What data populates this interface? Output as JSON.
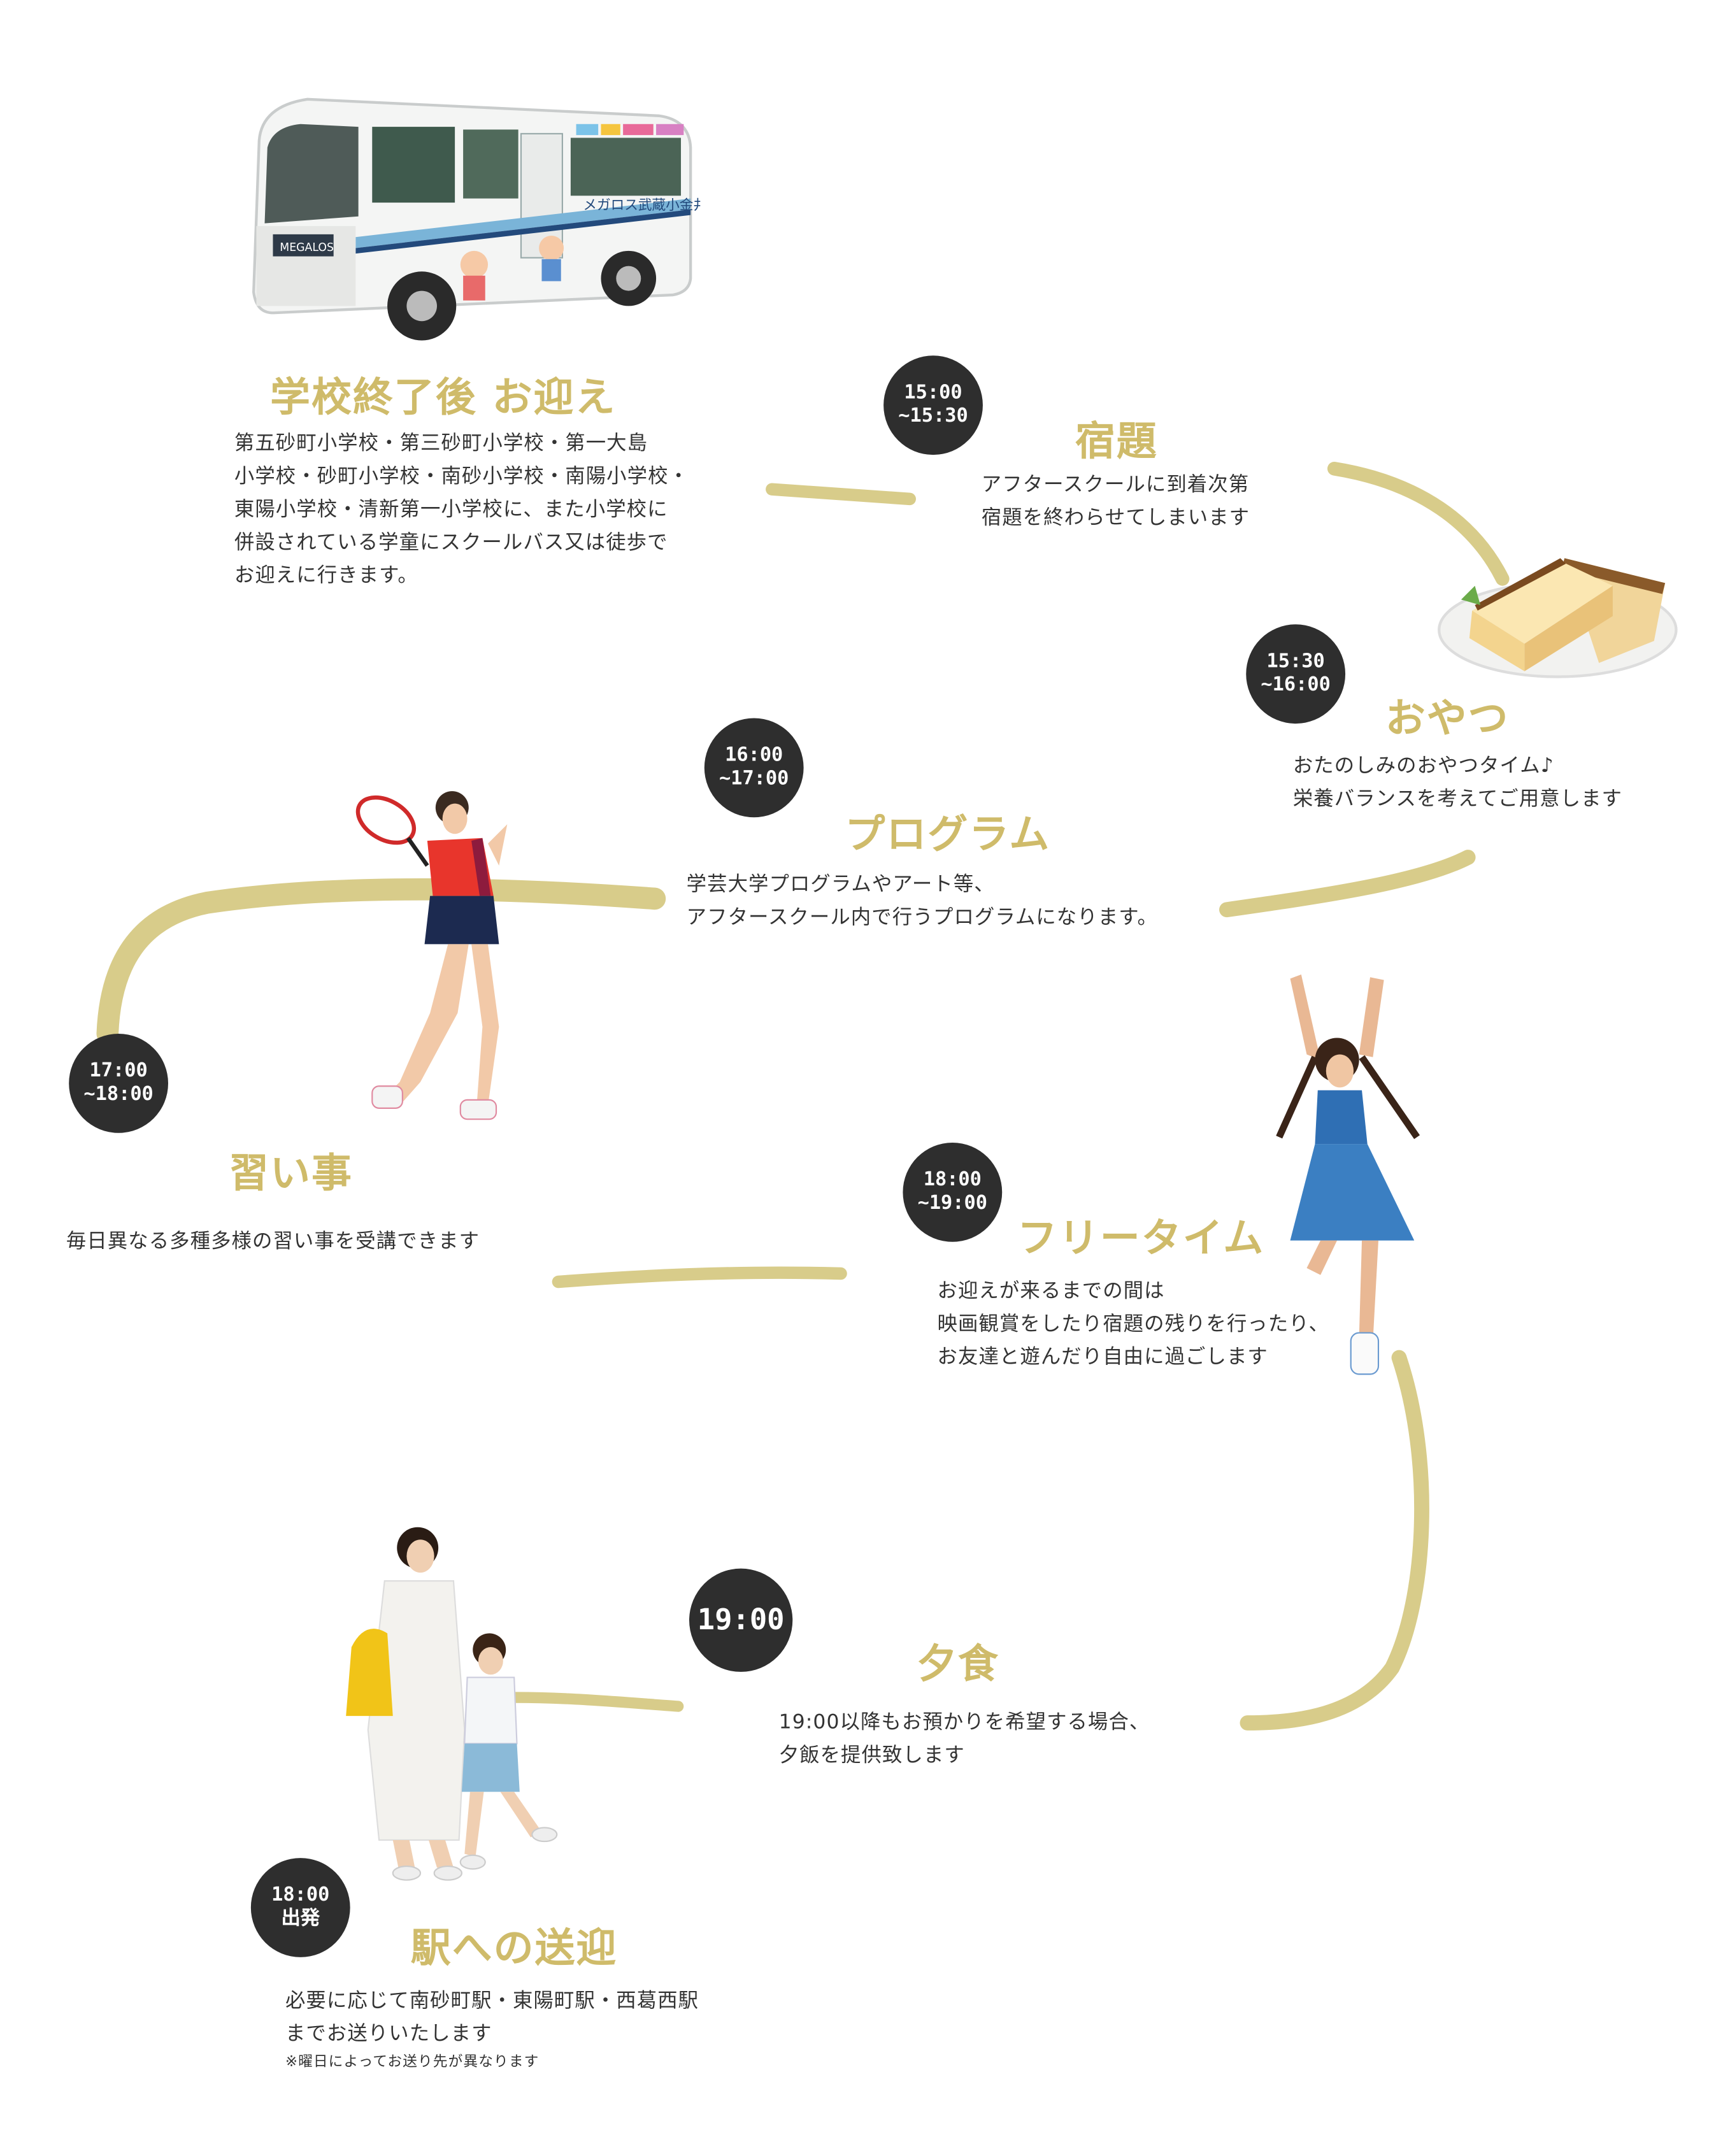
{
  "colors": {
    "accent": "#cfbb6a",
    "badge": "#2e2e2e",
    "stroke": "#d8cc8a",
    "text": "#333333"
  },
  "steps": {
    "pickup": {
      "title": "学校終了後 お迎え",
      "desc": [
        "第五砂町小学校・第三砂町小学校・第一大島",
        "小学校・砂町小学校・南砂小学校・南陽小学校・",
        "東陽小学校・清新第一小学校に、また小学校に",
        "併設されている学童にスクールバス又は徒歩で",
        "お迎えに行きます。"
      ],
      "bus_label": "メガロス武蔵小金井",
      "bus_brand": "MEGALOS"
    },
    "homework": {
      "time": [
        "15:00",
        "~15:30"
      ],
      "title": "宿題",
      "desc": [
        "アフタースクールに到着次第",
        "宿題を終わらせてしまいます"
      ]
    },
    "snack": {
      "time": [
        "15:30",
        "~16:00"
      ],
      "title": "おやつ",
      "desc": [
        "おたのしみのおやつタイム♪",
        "栄養バランスを考えてご用意します"
      ]
    },
    "program": {
      "time": [
        "16:00",
        "~17:00"
      ],
      "title": "プログラム",
      "desc": [
        "学芸大学プログラムやアート等、",
        "アフタースクール内で行うプログラムになります。"
      ]
    },
    "lessons": {
      "time": [
        "17:00",
        "~18:00"
      ],
      "title": "習い事",
      "desc": [
        "毎日異なる多種多様の習い事を受講できます"
      ]
    },
    "free": {
      "time": [
        "18:00",
        "~19:00"
      ],
      "title": "フリータイム",
      "desc": [
        "お迎えが来るまでの間は",
        "映画観賞をしたり宿題の残りを行ったり、",
        "お友達と遊んだり自由に過ごします"
      ]
    },
    "dinner": {
      "time": [
        "19:00"
      ],
      "title": "夕食",
      "desc": [
        "19:00以降もお預かりを希望する場合、",
        "夕飯を提供致します"
      ]
    },
    "station": {
      "time": [
        "18:00",
        "出発"
      ],
      "title": "駅への送迎",
      "desc": [
        "必要に応じて南砂町駅・東陽町駅・西葛西駅",
        "までお送りいたします"
      ],
      "note": "※曜日によってお送り先が異なります"
    }
  }
}
